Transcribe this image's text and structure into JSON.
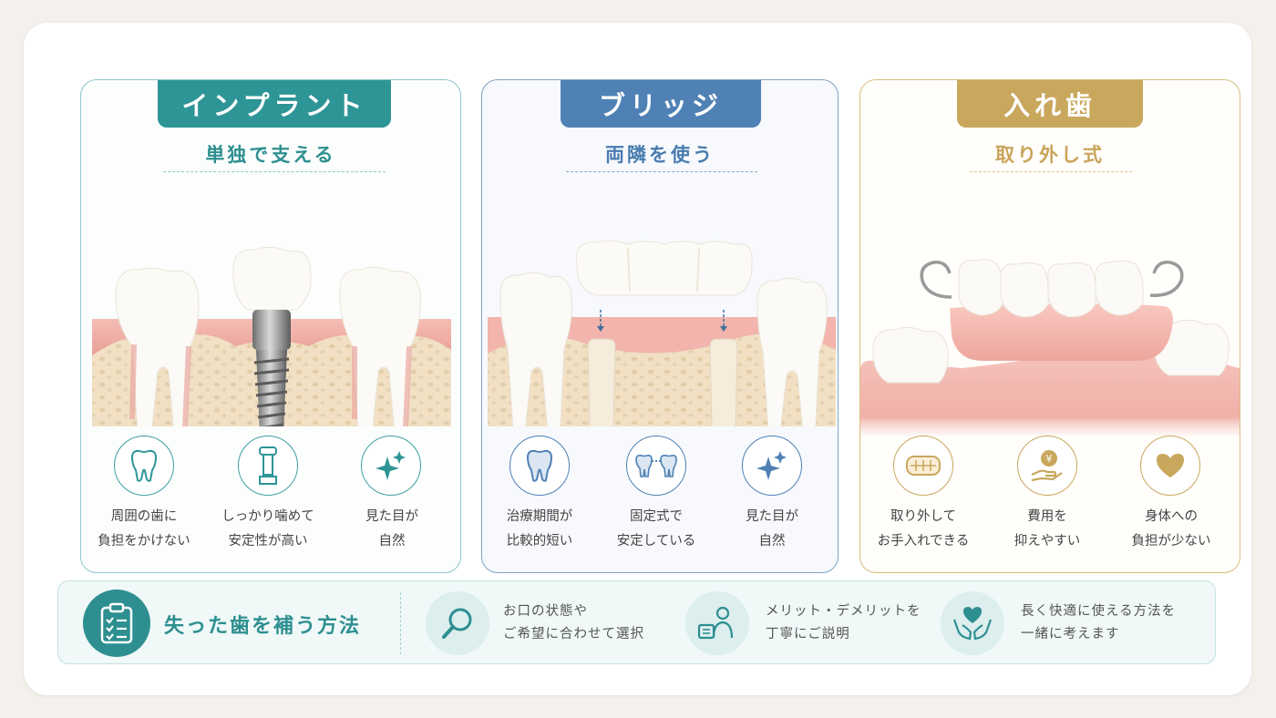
{
  "cards": [
    {
      "title": "インプラント",
      "subtitle": "単独で支える",
      "features": [
        {
          "icon": "tooth-icon",
          "line1": "周囲の歯に",
          "line2": "負担をかけない"
        },
        {
          "icon": "bone-icon",
          "line1": "しっかり噛めて",
          "line2": "安定性が高い"
        },
        {
          "icon": "sparkle-icon",
          "line1": "見た目が",
          "line2": "自然"
        }
      ]
    },
    {
      "title": "ブリッジ",
      "subtitle": "両隣を使う",
      "features": [
        {
          "icon": "tooth-icon",
          "line1": "治療期間が",
          "line2": "比較的短い"
        },
        {
          "icon": "bridge-icon",
          "line1": "固定式で",
          "line2": "安定している"
        },
        {
          "icon": "sparkle-icon",
          "line1": "見た目が",
          "line2": "自然"
        }
      ]
    },
    {
      "title": "入れ歯",
      "subtitle": "取り外し式",
      "features": [
        {
          "icon": "denture-icon",
          "line1": "取り外して",
          "line2": "お手入れできる"
        },
        {
          "icon": "yen-hand-icon",
          "line1": "費用を",
          "line2": "抑えやすい"
        },
        {
          "icon": "heart-icon",
          "line1": "身体への",
          "line2": "負担が少ない"
        }
      ]
    }
  ],
  "bottom": {
    "title": "失った歯を補う方法",
    "items": [
      {
        "icon": "magnifier-icon",
        "line1": "お口の状態や",
        "line2": "ご希望に合わせて選択"
      },
      {
        "icon": "consultation-icon",
        "line1": "メリット・デメリットを",
        "line2": "丁寧にご説明"
      },
      {
        "icon": "heart-hands-icon",
        "line1": "長く快適に使える方法を",
        "line2": "一緒に考えます"
      }
    ]
  },
  "colors": {
    "implant": "#2e9596",
    "bridge": "#4f81b5",
    "denture": "#c9a75d",
    "gum": "#f2b4ad",
    "bone": "#f1e0c4",
    "tooth": "#fbfaf6"
  }
}
